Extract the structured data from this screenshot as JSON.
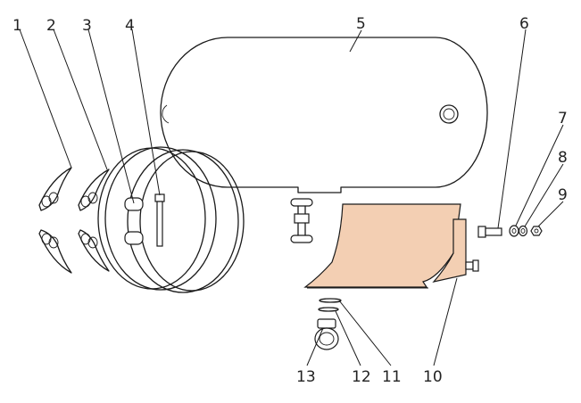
{
  "diagram": {
    "callouts": [
      {
        "id": "1",
        "label": "1"
      },
      {
        "id": "2",
        "label": "2"
      },
      {
        "id": "3",
        "label": "3"
      },
      {
        "id": "4",
        "label": "4"
      },
      {
        "id": "5",
        "label": "5"
      },
      {
        "id": "6",
        "label": "6"
      },
      {
        "id": "7",
        "label": "7"
      },
      {
        "id": "8",
        "label": "8"
      },
      {
        "id": "9",
        "label": "9"
      },
      {
        "id": "10",
        "label": "10"
      },
      {
        "id": "11",
        "label": "11"
      },
      {
        "id": "12",
        "label": "12"
      },
      {
        "id": "13",
        "label": "13"
      }
    ],
    "colors": {
      "line": "#1a1a1a",
      "plate_fill": "#f3cfb3",
      "background": "#ffffff"
    }
  }
}
